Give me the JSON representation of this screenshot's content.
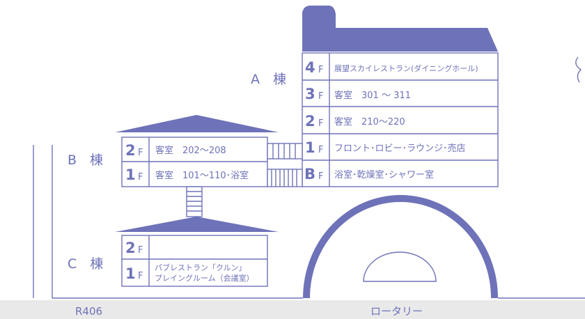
{
  "colors": {
    "ink": "#6e72b8",
    "background": "#ffffff"
  },
  "buildings": {
    "a": {
      "label": "A　棟",
      "floors": [
        {
          "num": "4",
          "f": "F",
          "desc": "展望スカイレストラン(ダイニングホール)"
        },
        {
          "num": "3",
          "f": "F",
          "desc": "客室　301 ～ 311"
        },
        {
          "num": "2",
          "f": "F",
          "desc": "客室　210～220"
        },
        {
          "num": "1",
          "f": "F",
          "desc": "フロント･ロビー･ラウンジ･売店"
        },
        {
          "num": "B",
          "f": "F",
          "desc": "浴室･乾燥室･シャワー室"
        }
      ]
    },
    "b": {
      "label": "B　棟",
      "floors": [
        {
          "num": "2",
          "f": "F",
          "desc": "客室　202～208"
        },
        {
          "num": "1",
          "f": "F",
          "desc": "客室　101～110･浴室"
        }
      ]
    },
    "c": {
      "label": "C　棟",
      "floors": [
        {
          "num": "2",
          "f": "F",
          "desc": ""
        },
        {
          "num": "1",
          "f": "F",
          "desc_line1": "パブレストラン「クルン」",
          "desc_line2": "プレイングルーム（会議室）"
        }
      ]
    }
  },
  "roads": {
    "left": "R406",
    "rotary": "ロータリー"
  }
}
